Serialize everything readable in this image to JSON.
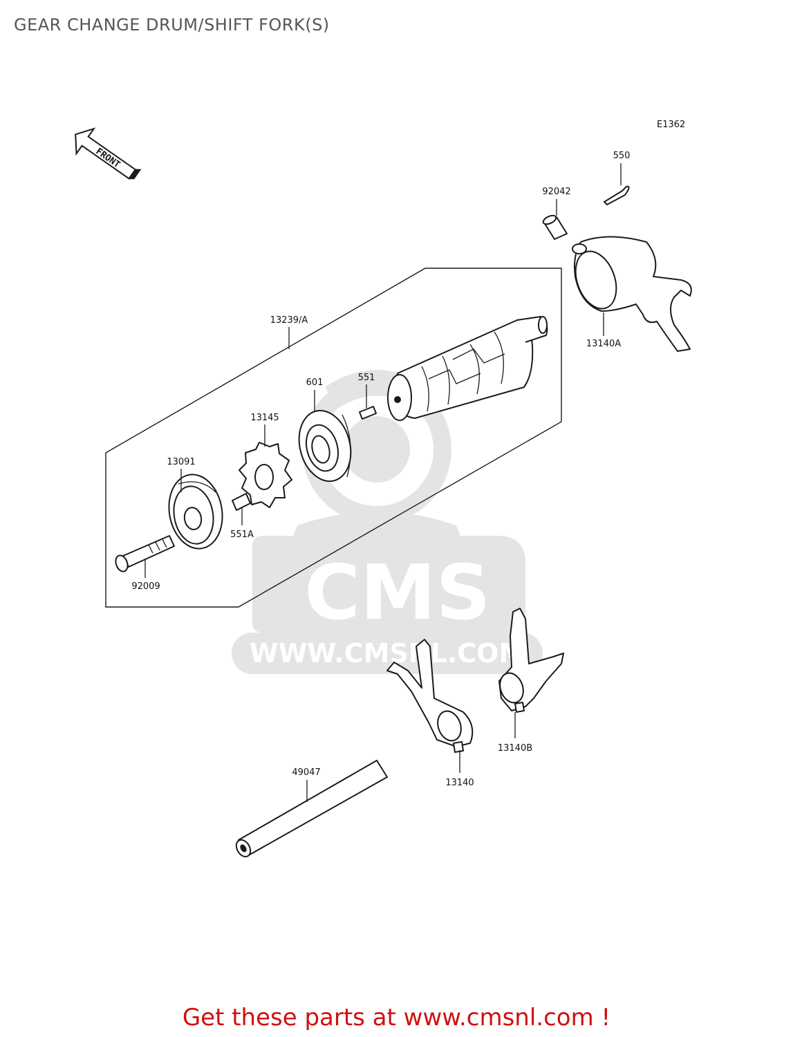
{
  "title": "GEAR CHANGE DRUM/SHIFT FORK(S)",
  "diagram_code": "E1362",
  "front_arrow_text": "FRONT",
  "watermark": {
    "logo": "CMS",
    "url": "WWW.CMSNL.COM"
  },
  "parts": [
    {
      "id": "550",
      "label": "550"
    },
    {
      "id": "92042",
      "label": "92042"
    },
    {
      "id": "13140A",
      "label": "13140A"
    },
    {
      "id": "13239A",
      "label": "13239/A"
    },
    {
      "id": "601",
      "label": "601"
    },
    {
      "id": "551",
      "label": "551"
    },
    {
      "id": "13145",
      "label": "13145"
    },
    {
      "id": "13091",
      "label": "13091"
    },
    {
      "id": "551A",
      "label": "551A"
    },
    {
      "id": "92009",
      "label": "92009"
    },
    {
      "id": "49047",
      "label": "49047"
    },
    {
      "id": "13140",
      "label": "13140"
    },
    {
      "id": "13140B",
      "label": "13140B"
    }
  ],
  "footer": "Get these parts at www.cmsnl.com !",
  "colors": {
    "footer": "#d10f0f",
    "title": "#555555",
    "watermark": "#e4e4e4"
  }
}
